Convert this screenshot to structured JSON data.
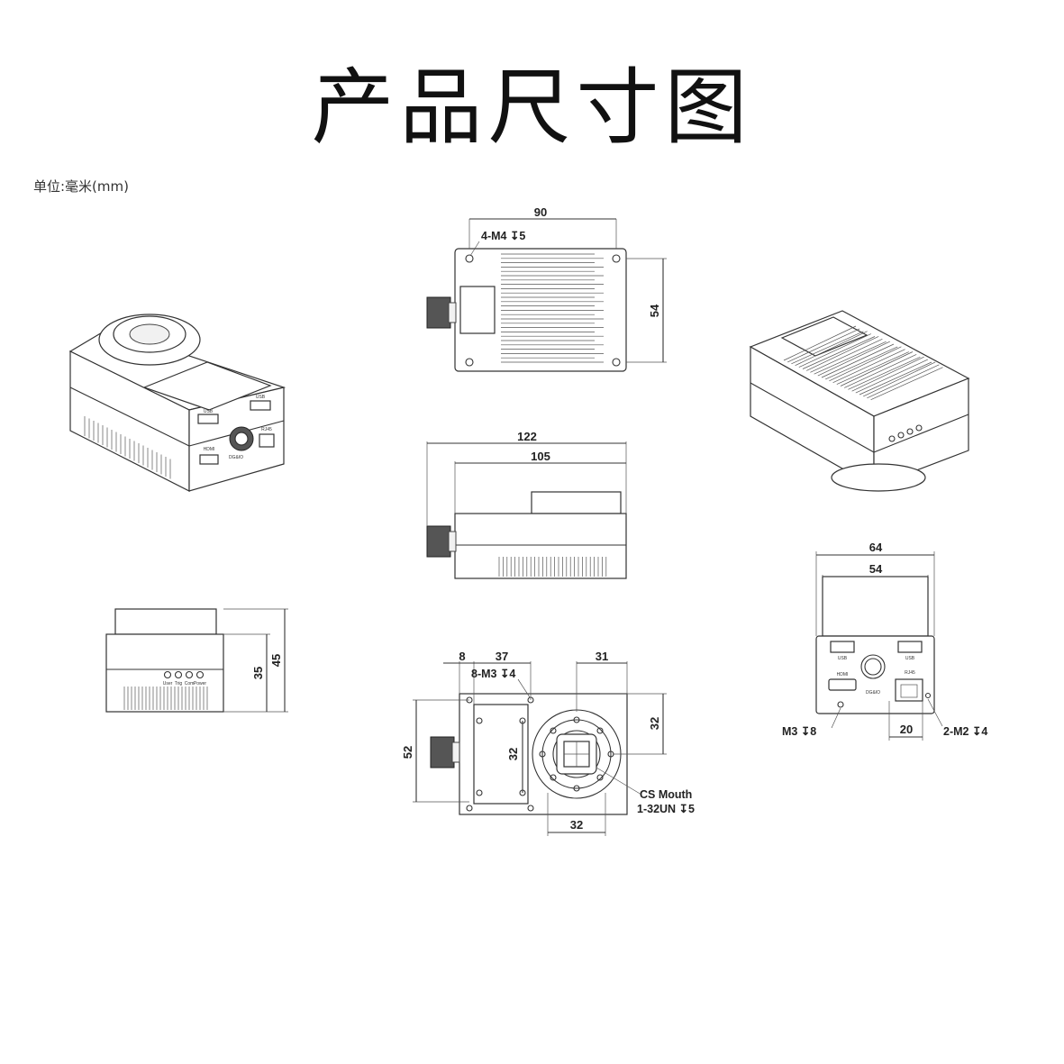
{
  "header": {
    "title": "产品尺寸图",
    "unit": "单位:毫米(mm)"
  },
  "top_view": {
    "width": "90",
    "height": "54",
    "holes": "4-M4 ↧5"
  },
  "side_view": {
    "overall": "122",
    "body": "105"
  },
  "left_view": {
    "total": "45",
    "body": "35",
    "leds": [
      "User",
      "Trig",
      "Com",
      "Power"
    ]
  },
  "front_view": {
    "dim_8": "8",
    "dim_37": "37",
    "dim_31": "31",
    "holes": "8-M3 ↧4",
    "height": "52",
    "plate": "32",
    "right": "32",
    "bottom": "32",
    "mount_line1": "CS Mouth",
    "mount_line2": "1-32UN ↧5"
  },
  "rear_view": {
    "overall": "64",
    "body": "54",
    "port_offset": "20",
    "left_hole": "M3 ↧8",
    "right_holes": "2-M2 ↧4",
    "ports": {
      "usb": "USB",
      "hdmi": "HDMI",
      "dgio": "DG&IO",
      "rj45": "RJ45"
    }
  },
  "iso_front": {
    "ports": [
      "USB",
      "USB",
      "HDMI",
      "RJ45",
      "DG&IO"
    ]
  }
}
